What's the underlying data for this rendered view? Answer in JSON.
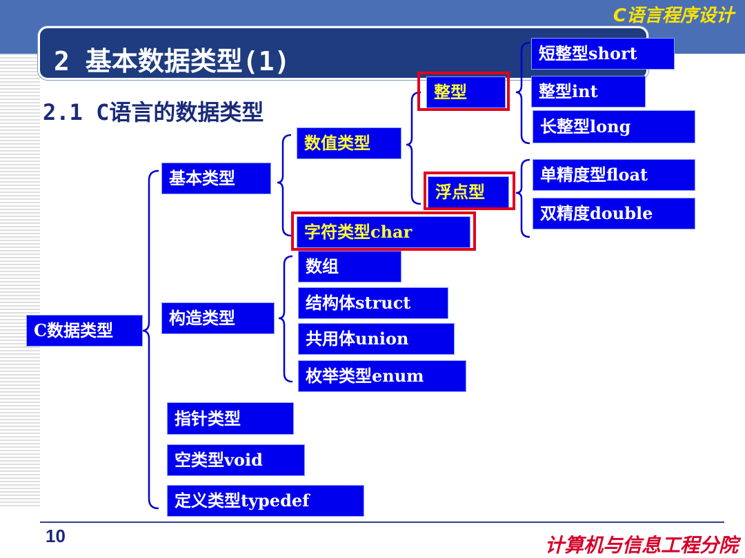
{
  "header": {
    "course_title": "C语言程序设计",
    "slide_title": "2 基本数据类型(1)",
    "subtitle": "2.1 C语言的数据类型"
  },
  "diagram": {
    "root": "C数据类型",
    "basic": "基本类型",
    "numeric": "数值类型",
    "integer": "整型",
    "short": "短整型short",
    "int": "整型int",
    "long": "长整型long",
    "float_group": "浮点型",
    "float": "单精度型float",
    "double": "双精度double",
    "char": "字符类型char",
    "construct": "构造类型",
    "array": "数组",
    "struct": "结构体struct",
    "union": "共用体union",
    "enum": "枚举类型enum",
    "pointer": "指针类型",
    "void": "空类型void",
    "typedef": "定义类型typedef"
  },
  "footer": {
    "page_number": "10",
    "department": "计算机与信息工程分院"
  },
  "colors": {
    "node_fill": "#0000ee",
    "highlight": "#e0001b",
    "title_band": "#1e3c7f",
    "accent_yellow": "#ffff33"
  }
}
